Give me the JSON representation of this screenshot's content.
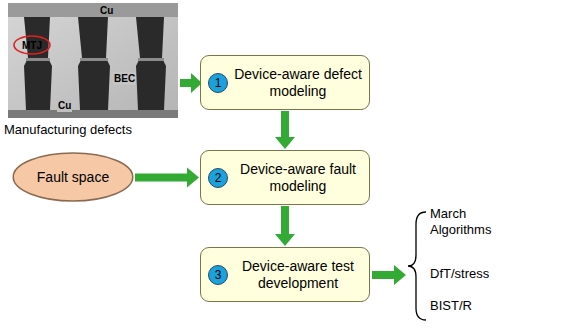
{
  "diagram": {
    "nodes": [
      {
        "text": [
          "Device-aware defect modeling"
        ]
      },
      {
        "text": [
          "1"
        ],
        "in": 0
      },
      {
        "text": [
          "Fault space"
        ]
      },
      {
        "text": [
          "Device-aware fault modeling"
        ]
      },
      {
        "text": [
          "2"
        ],
        "in": 3
      },
      {
        "text": [
          "Device-aware test development"
        ]
      },
      {
        "text": [
          "3"
        ],
        "in": 5
      }
    ],
    "edges": [
      {
        "from": 0,
        "to": 3,
        "arrow": "to"
      },
      {
        "from": 2,
        "to": 3,
        "arrow": "to"
      },
      {
        "from": 3,
        "to": 5,
        "arrow": "to"
      }
    ],
    "labels": [
      "Cu",
      "MTJ",
      "BEC",
      "Cu",
      "Manufacturing defects",
      "March Algorithms",
      "DfT/stress",
      "BIST/R"
    ]
  }
}
